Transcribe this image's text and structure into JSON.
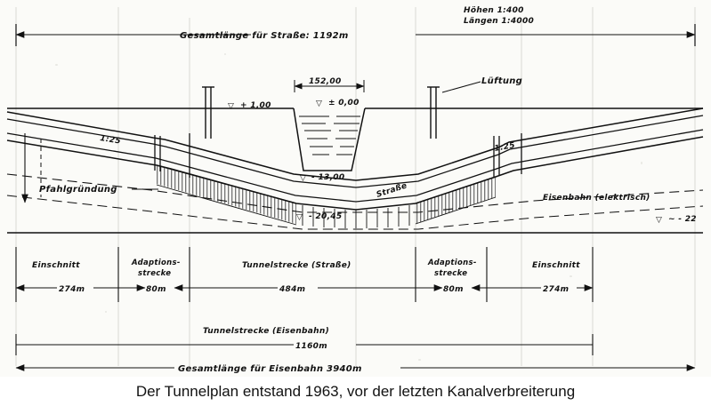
{
  "caption": {
    "text": "Der Tunnelplan entstand 1963, vor der letzten Kanalverbreiterung"
  },
  "scale_note": {
    "heights": "Höhen 1:400",
    "lengths": "Längen 1:4000"
  },
  "labels": {
    "total_road": "Gesamtlänge  für Straße: 1192m",
    "canal_width": "152,00",
    "ventilation": "Lüftung",
    "pile_foundation": "Pfahlgründung",
    "railway": "Eisenbahn (elektrisch)",
    "road": "Straße",
    "slope_left": "1:25",
    "slope_right": "1:25",
    "total_rail": "Gesamtlänge für Eisenbahn 3940m",
    "tunnel_rail": "Tunnelstrecke (Eisenbahn)",
    "tunnel_rail_length": "1160m"
  },
  "elevations": {
    "left_bank": "+ 1,00",
    "water_level": "± 0,00",
    "canal_bottom": "- 13,00",
    "tunnel_invert": "- 20,45",
    "right_deep": "~ - 22"
  },
  "elevation_symbol": "▽",
  "sections": [
    {
      "name": "Einschnitt",
      "length": "274m"
    },
    {
      "name": "Adaptions-",
      "name2": "strecke",
      "length": "80m"
    },
    {
      "name": "Tunnelstrecke (Straße)",
      "length": "484m"
    },
    {
      "name": "Adaptions-",
      "name2": "strecke",
      "length": "80m"
    },
    {
      "name": "Einschnitt",
      "length": "274m"
    }
  ],
  "colors": {
    "ink": "#111111",
    "paper": "#fbfbf8",
    "caption_bg": "#ffffff"
  }
}
